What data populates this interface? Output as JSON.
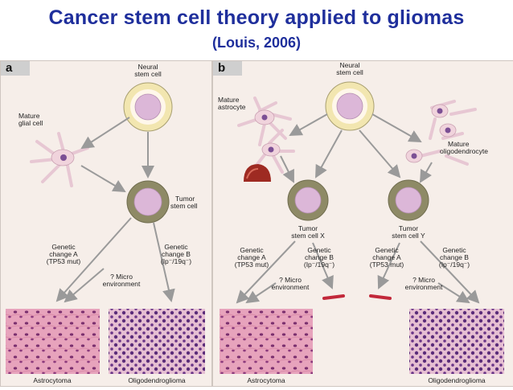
{
  "title": "Cancer stem cell theory applied to gliomas",
  "subtitle": "(Louis, 2006)",
  "panel_a": {
    "letter": "a",
    "neural_stem_cell": [
      "Neural",
      "stem cell"
    ],
    "mature_glial_cell": [
      "Mature",
      "glial cell"
    ],
    "tumor_stem_cell": [
      "Tumor",
      "stem cell"
    ],
    "genetic_change_a": [
      "Genetic",
      "change A",
      "(TP53 mut)"
    ],
    "genetic_change_b": [
      "Genetic",
      "change B",
      "(Ip⁻/19q⁻)"
    ],
    "micro_environment": [
      "? Micro",
      "environment"
    ],
    "histology_left": "Astrocytoma",
    "histology_right": "Oligodendroglioma"
  },
  "panel_b": {
    "letter": "b",
    "neural_stem_cell": [
      "Neural",
      "stem cell"
    ],
    "mature_astrocyte": [
      "Mature",
      "astrocyte"
    ],
    "mature_oligodendrocyte": [
      "Mature",
      "oligodendrocyte"
    ],
    "tumor_stem_cell_x": [
      "Tumor",
      "stem cell X"
    ],
    "tumor_stem_cell_y": [
      "Tumor",
      "stem cell Y"
    ],
    "x_genetic_change_a": [
      "Genetic",
      "change A",
      "(TP53 mut)"
    ],
    "x_genetic_change_b": [
      "Genetic",
      "change B",
      "(Ip⁻/19q⁻)"
    ],
    "y_genetic_change_a": [
      "Genetic",
      "change A",
      "(TP53 mut)"
    ],
    "y_genetic_change_b": [
      "Genetic",
      "change B",
      "(Ip⁻/19q⁻)"
    ],
    "x_micro_environment": [
      "? Micro",
      "environment"
    ],
    "y_micro_environment": [
      "? Micro",
      "environment"
    ],
    "histology_left": "Astrocytoma",
    "histology_right": "Oligodendroglioma"
  },
  "colors": {
    "title": "#1f2f9c",
    "panel_bg": "#f6eee9",
    "stem_ring": "#f2e6b0",
    "tumor_ring": "#8e8a66",
    "nucleus": "#dcb7d8",
    "inhibit_bar": "#c2283a",
    "histology": "#c55a87"
  }
}
